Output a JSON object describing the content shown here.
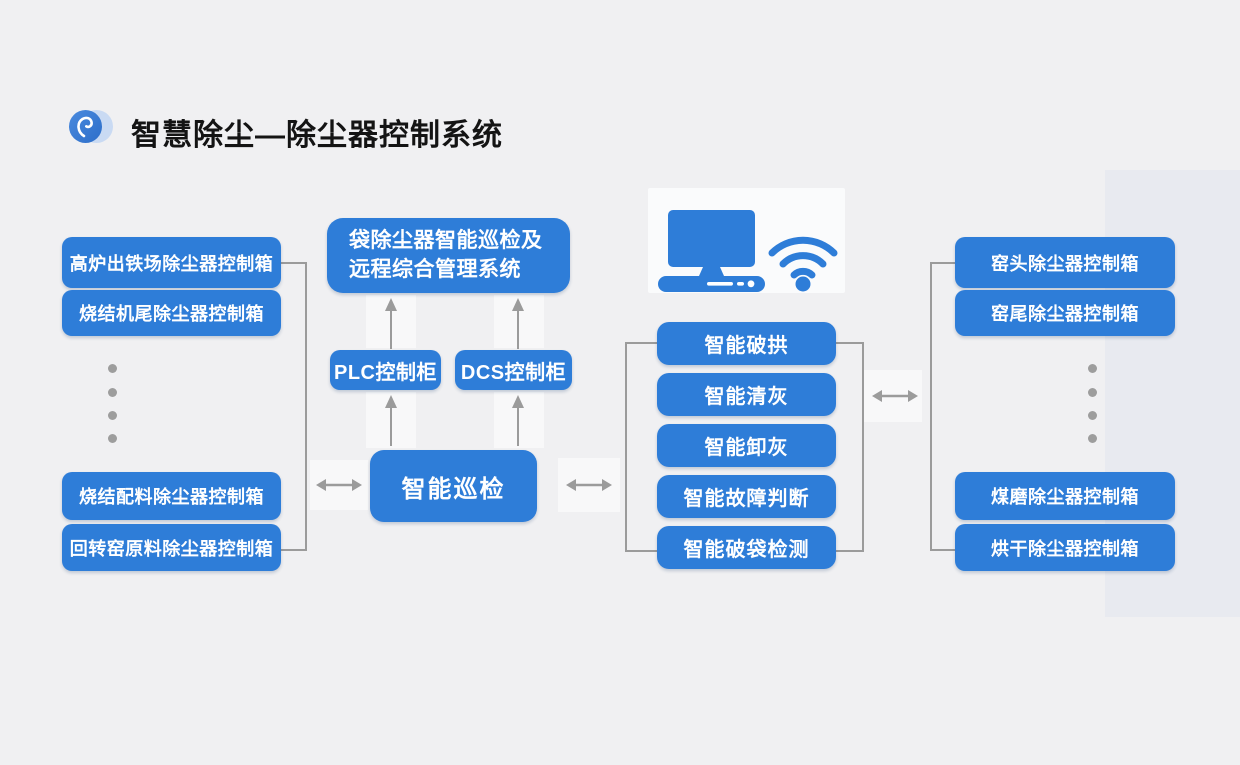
{
  "header": {
    "title": "智慧除尘—除尘器控制系统"
  },
  "colors": {
    "box_blue": "#2e7dd8",
    "line_gray": "#9b9b9b",
    "page_bg": "#f0f0f2",
    "accent_band": "#e8eaf0",
    "card_bg": "#fafbfc",
    "logo_dark_blue": "#2d6ec9",
    "logo_light_blue": "#c9daf3",
    "dot_gray": "#9d9d9d"
  },
  "left_column": {
    "top_boxes": [
      "高炉出铁场除尘器控制箱",
      "烧结机尾除尘器控制箱"
    ],
    "bottom_boxes": [
      "烧结配料除尘器控制箱",
      "回转窑原料除尘器控制箱"
    ]
  },
  "center": {
    "management_box": {
      "line1": "袋除尘器智能巡检及",
      "line2": "远程综合管理系统"
    },
    "plc_box": "PLC控制柜",
    "dcs_box": "DCS控制柜",
    "inspection_box": "智能巡检",
    "icons": {
      "computer": "computer-icon",
      "wifi": "wifi-icon"
    }
  },
  "function_column": [
    "智能破拱",
    "智能清灰",
    "智能卸灰",
    "智能故障判断",
    "智能破袋检测"
  ],
  "right_column": {
    "top_boxes": [
      "窑头除尘器控制箱",
      "窑尾除尘器控制箱"
    ],
    "bottom_boxes": [
      "煤磨除尘器控制箱",
      "烘干除尘器控制箱"
    ]
  }
}
